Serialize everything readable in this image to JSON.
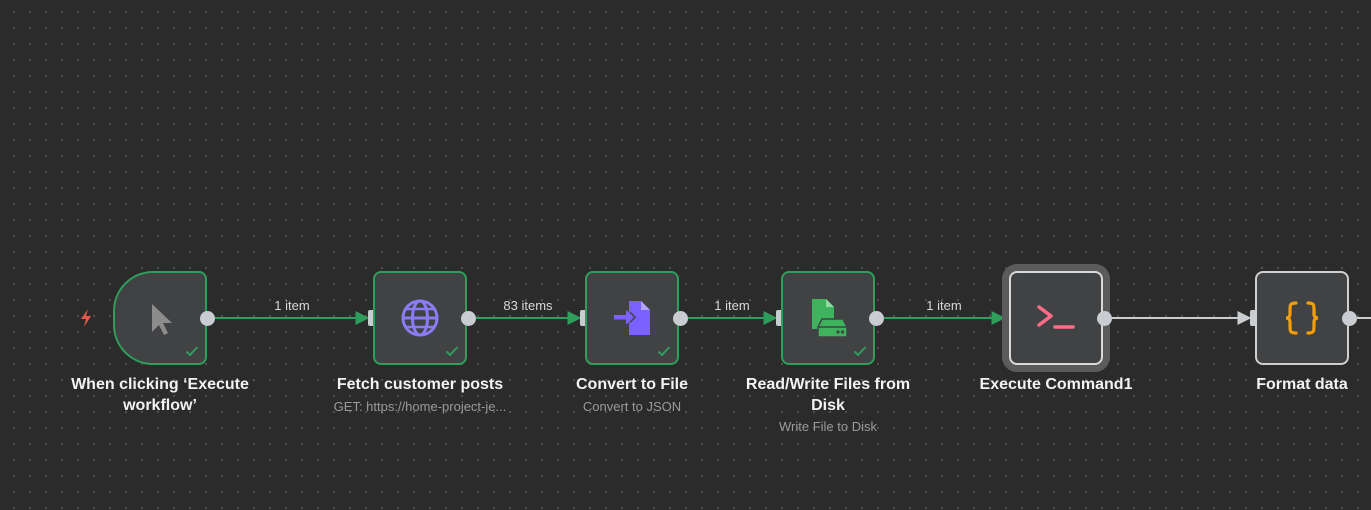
{
  "canvas": {
    "background": "#2b2b2b",
    "success_color": "#2f9e5c",
    "idle_edge_color": "#c9ccd1"
  },
  "nodes": [
    {
      "id": "trigger",
      "title": "When clicking ‘Execute workflow’",
      "subtitle": "",
      "icon": "cursor-icon",
      "status": "success"
    },
    {
      "id": "fetch",
      "title": "Fetch customer posts",
      "subtitle": "GET: https://home-project-je...",
      "icon": "globe-icon",
      "status": "success"
    },
    {
      "id": "convert",
      "title": "Convert to File",
      "subtitle": "Convert to JSON",
      "icon": "convert-file-icon",
      "status": "success"
    },
    {
      "id": "readwrite",
      "title": "Read/Write Files from Disk",
      "subtitle": "Write File to Disk",
      "icon": "disk-file-icon",
      "status": "success"
    },
    {
      "id": "exec",
      "title": "Execute Command1",
      "subtitle": "",
      "icon": "terminal-icon",
      "status": "selected"
    },
    {
      "id": "format",
      "title": "Format data",
      "subtitle": "",
      "icon": "code-braces-icon",
      "status": "idle"
    }
  ],
  "edges": [
    {
      "from": "trigger",
      "to": "fetch",
      "label": "1 item",
      "status": "success"
    },
    {
      "from": "fetch",
      "to": "convert",
      "label": "83 items",
      "status": "success"
    },
    {
      "from": "convert",
      "to": "readwrite",
      "label": "1 item",
      "status": "success"
    },
    {
      "from": "readwrite",
      "to": "exec",
      "label": "1 item",
      "status": "success"
    },
    {
      "from": "exec",
      "to": "format",
      "label": "",
      "status": "idle"
    }
  ]
}
